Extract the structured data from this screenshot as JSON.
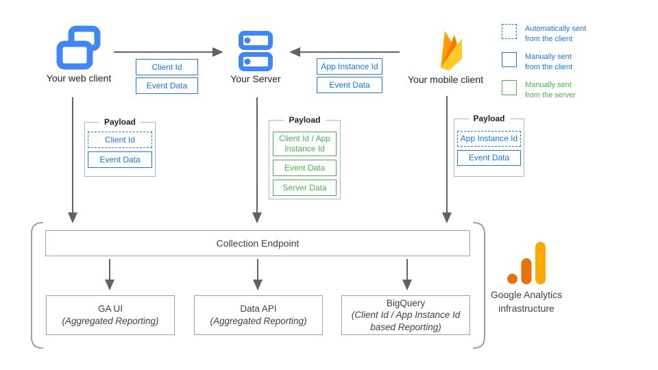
{
  "colors": {
    "icon_blue": "#4285f4",
    "accent_blue": "#1a73e8",
    "accent_green": "#4caf50",
    "arrow_gray": "#5f6368",
    "box_border_gray": "#9e9e9e",
    "firebase_yellow": "#ffca28",
    "firebase_orange": "#ffa000",
    "firebase_dark_orange": "#f57c00",
    "ga_orange": "#e8710a",
    "ga_amber": "#f9ab00"
  },
  "clients": {
    "web": {
      "label": "Your web client"
    },
    "server": {
      "label": "Your Server"
    },
    "mobile": {
      "label": "Your mobile client"
    }
  },
  "flows": {
    "web_to_server": {
      "chips": [
        "Client Id",
        "Event Data"
      ]
    },
    "mobile_to_server": {
      "chips": [
        "App Instance Id",
        "Event Data"
      ]
    }
  },
  "legend": {
    "items": [
      {
        "line1": "Automatically sent",
        "line2": "from the client"
      },
      {
        "line1": "Manually sent",
        "line2": "from the client"
      },
      {
        "line1": "Manually sent",
        "line2": "from the server"
      }
    ]
  },
  "payloads": {
    "title": "Payload",
    "web": {
      "items": [
        "Client Id",
        "Event Data"
      ]
    },
    "server": {
      "items": [
        "Client Id / App Instance Id",
        "Event Data",
        "Server Data"
      ]
    },
    "mobile": {
      "items": [
        "App Instance Id",
        "Event Data"
      ]
    }
  },
  "infrastructure": {
    "collection_endpoint": "Collection Endpoint",
    "outputs": [
      {
        "title": "GA UI",
        "subtitle": "(Aggregated Reporting)"
      },
      {
        "title": "Data API",
        "subtitle": "(Aggregated Reporting)"
      },
      {
        "title": "BigQuery",
        "subtitle": "(Client Id / App Instance Id based Reporting)"
      }
    ],
    "caption": "Google Analytics infrastructure"
  }
}
